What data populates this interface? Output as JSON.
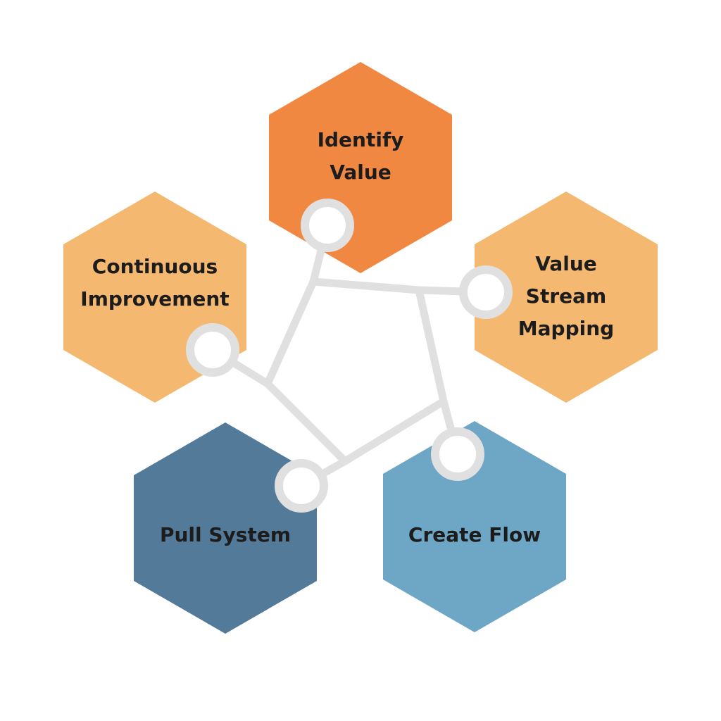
{
  "diagram": {
    "connector_color": "#e0e0e0",
    "steps": [
      {
        "id": "identify-value",
        "label_lines": [
          "Identify",
          "Value"
        ],
        "color": "#f08842"
      },
      {
        "id": "value-stream-mapping",
        "label_lines": [
          "Value",
          "Stream",
          "Mapping"
        ],
        "color": "#f4b870"
      },
      {
        "id": "create-flow",
        "label_lines": [
          "Create Flow"
        ],
        "color": "#6ea6c6"
      },
      {
        "id": "pull-system",
        "label_lines": [
          "Pull System"
        ],
        "color": "#547a99"
      },
      {
        "id": "continuous-improvement",
        "label_lines": [
          "Continuous",
          "Improvement"
        ],
        "color": "#f4b870"
      }
    ]
  }
}
